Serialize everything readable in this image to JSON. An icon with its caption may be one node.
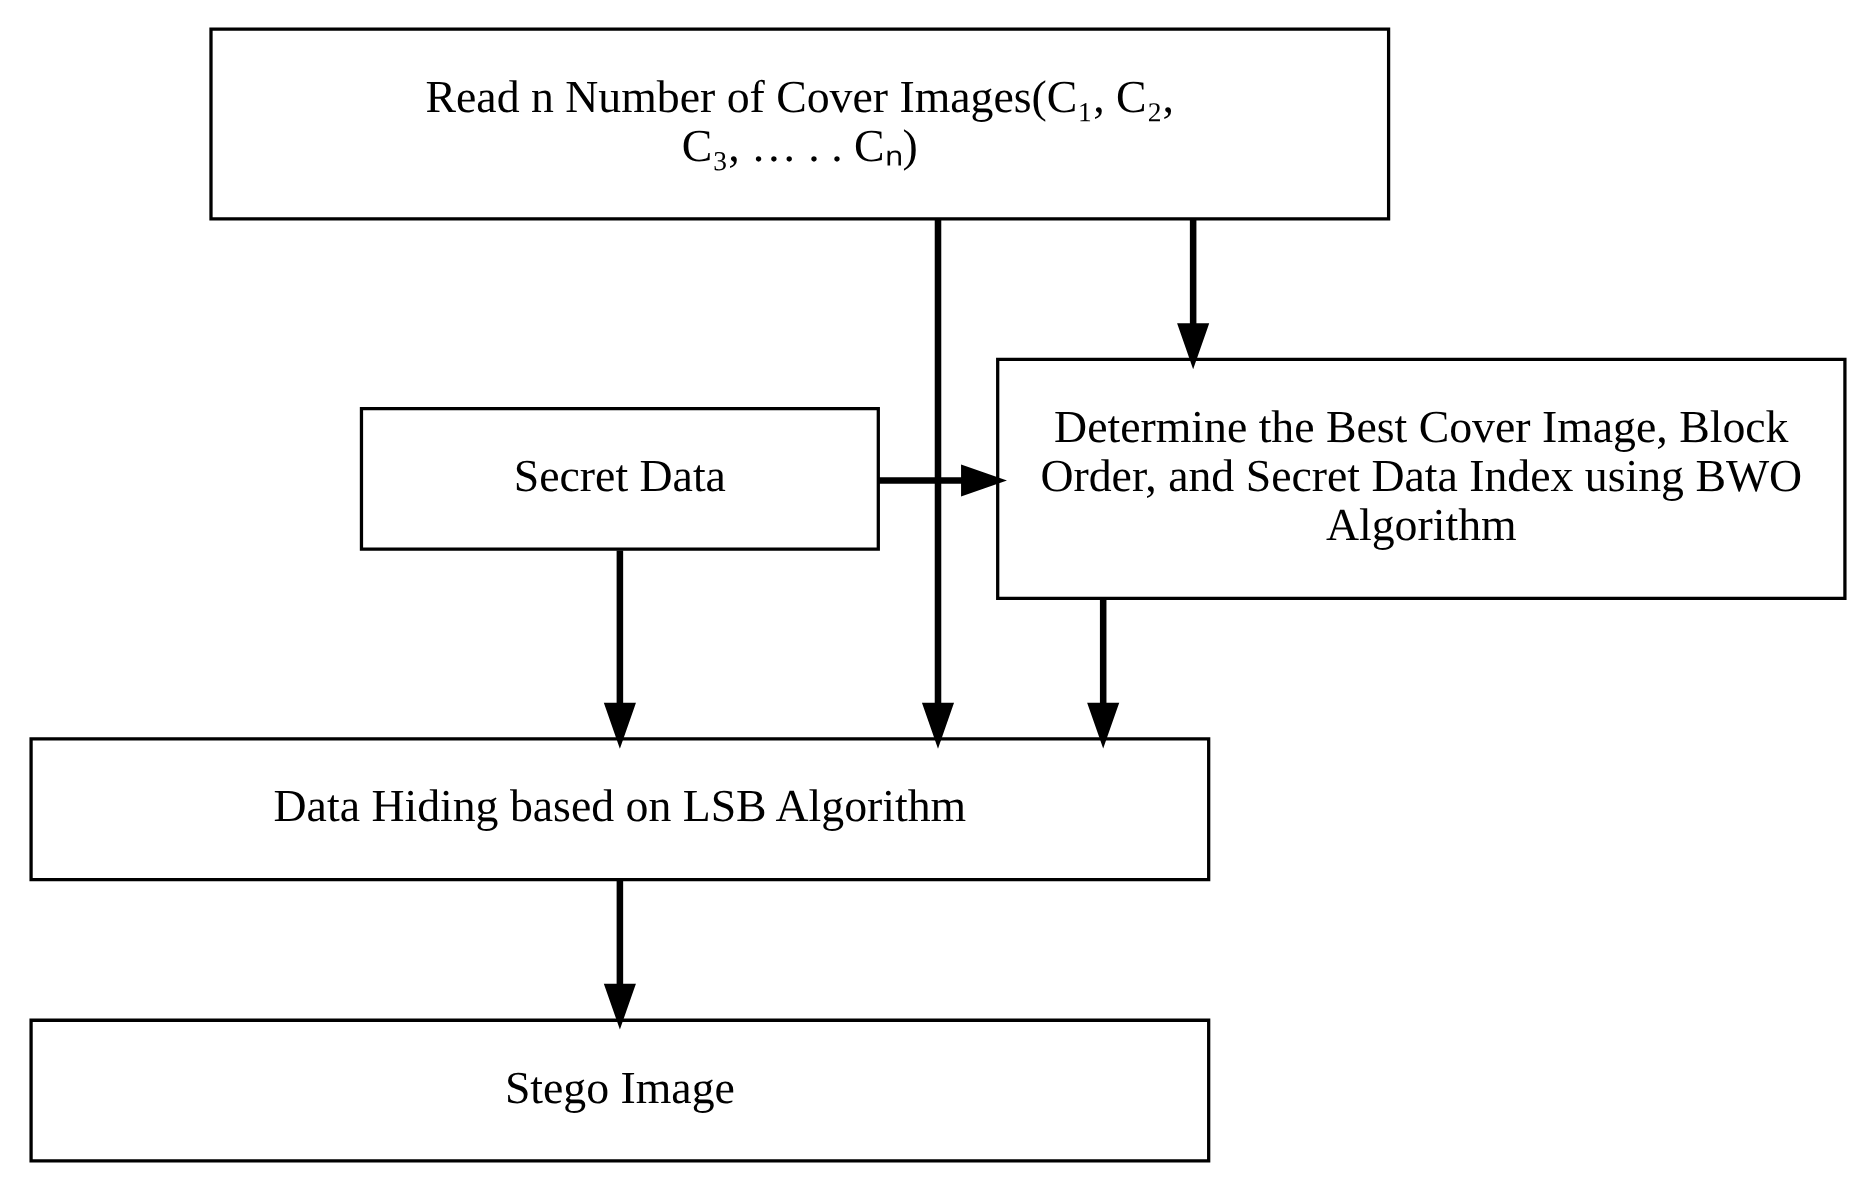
{
  "diagram": {
    "nodes": [
      {
        "text": [
          "Read n Number of Cover Images(C₁, C₂, C₃, … . . Cₙ)"
        ]
      },
      {
        "text": [
          "Secret Data"
        ]
      },
      {
        "text": [
          "Determine the Best Cover Image, Block Order, and Secret Data Index using BWO Algorithm"
        ]
      },
      {
        "text": [
          "Data Hiding based on LSB Algorithm"
        ]
      },
      {
        "text": [
          "Stego Image"
        ]
      }
    ],
    "edges": [
      {
        "from": 0,
        "to": 2,
        "arrow": "to"
      },
      {
        "from": 0,
        "to": 3,
        "arrow": "to"
      },
      {
        "from": 1,
        "to": 2,
        "arrow": "to"
      },
      {
        "from": 1,
        "to": 3,
        "arrow": "to"
      },
      {
        "from": 2,
        "to": 3,
        "arrow": "to"
      },
      {
        "from": 3,
        "to": 4,
        "arrow": "to"
      }
    ]
  }
}
